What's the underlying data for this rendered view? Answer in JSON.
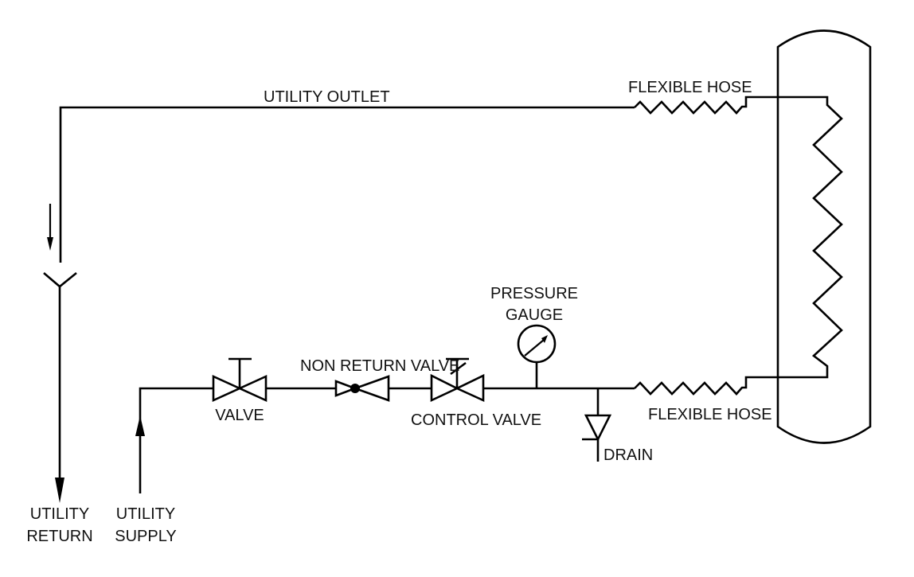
{
  "diagram": {
    "type": "piping-schematic",
    "line_color": "#000000",
    "background": "#ffffff",
    "labels": {
      "utility_outlet": "UTILITY OUTLET",
      "flexible_hose_top": "FLEXIBLE HOSE",
      "flexible_hose_bottom": "FLEXIBLE HOSE",
      "pressure_gauge_line1": "PRESSURE",
      "pressure_gauge_line2": "GAUGE",
      "non_return_valve": "NON RETURN VALVE",
      "valve": "VALVE",
      "control_valve": "CONTROL VALVE",
      "drain": "DRAIN",
      "utility_return_line1": "UTILITY",
      "utility_return_line2": "RETURN",
      "utility_supply_line1": "UTILITY",
      "utility_supply_line2": "SUPPLY"
    },
    "components": [
      {
        "id": "vessel",
        "kind": "vessel-with-internal-coil"
      },
      {
        "id": "valve",
        "kind": "manual-gate-valve"
      },
      {
        "id": "non-return-valve",
        "kind": "check-valve"
      },
      {
        "id": "control-valve",
        "kind": "control-valve"
      },
      {
        "id": "pressure-gauge",
        "kind": "gauge"
      },
      {
        "id": "drain",
        "kind": "drain"
      },
      {
        "id": "flexible-hose-top",
        "kind": "flexible-hose"
      },
      {
        "id": "flexible-hose-bottom",
        "kind": "flexible-hose"
      },
      {
        "id": "tundish",
        "kind": "open-funnel"
      }
    ],
    "flows": [
      {
        "from": "utility-supply",
        "direction": "up"
      },
      {
        "to": "utility-return",
        "direction": "down"
      }
    ]
  }
}
